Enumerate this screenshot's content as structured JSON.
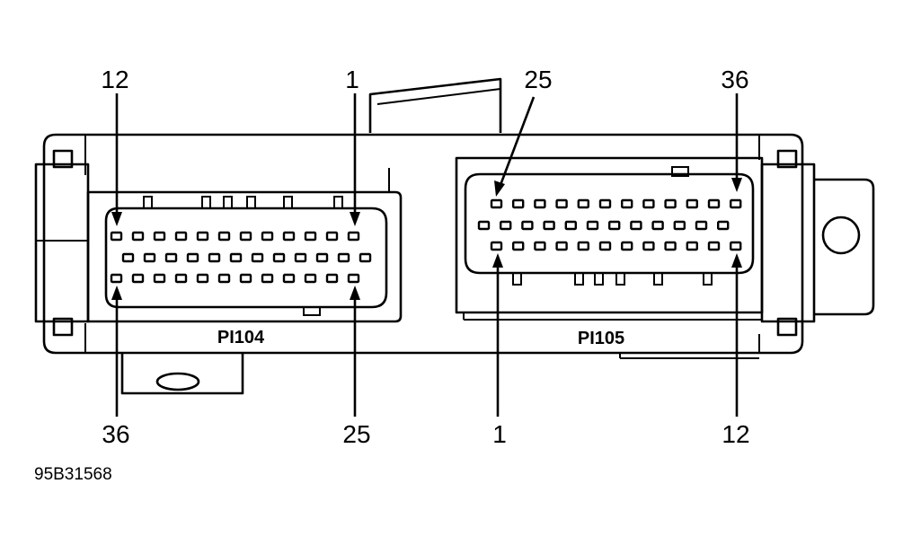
{
  "connectors": [
    {
      "name": "PI104",
      "labels": {
        "top_left": "12",
        "top_right": "1",
        "bottom_left": "36",
        "bottom_right": "25"
      }
    },
    {
      "name": "PI105",
      "labels": {
        "top_left": "25",
        "top_right": "36",
        "bottom_left": "1",
        "bottom_right": "12"
      }
    }
  ],
  "figure_id": "95B31568"
}
